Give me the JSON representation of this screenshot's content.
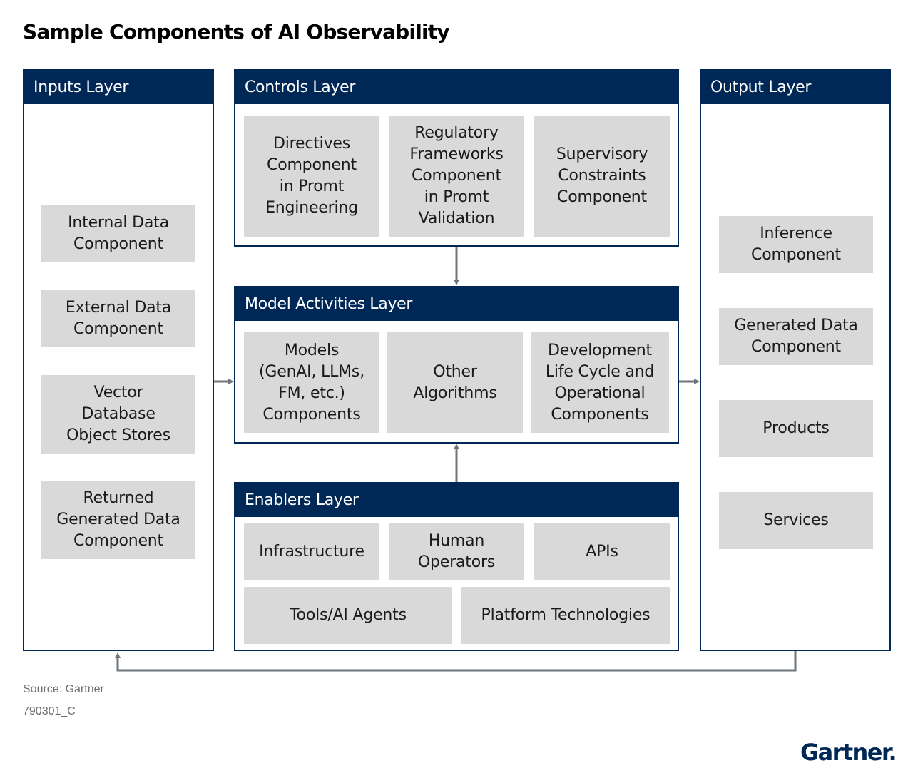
{
  "title": "Sample Components of AI Observability",
  "colors": {
    "header": "#002856",
    "box": "#d9d9d9",
    "connector": "#6f7679"
  },
  "layers": {
    "inputs": {
      "header": "Inputs Layer",
      "items": [
        "Internal Data\nComponent",
        "External Data\nComponent",
        "Vector\nDatabase\nObject Stores",
        "Returned\nGenerated Data\nComponent"
      ]
    },
    "controls": {
      "header": "Controls Layer",
      "items": [
        "Directives\nComponent\nin Promt\nEngineering",
        "Regulatory\nFrameworks\nComponent\nin Promt\nValidation",
        "Supervisory\nConstraints\nComponent"
      ]
    },
    "model": {
      "header": "Model Activities Layer",
      "items": [
        "Models\n(GenAI, LLMs,\nFM, etc.)\nComponents",
        "Other\nAlgorithms",
        "Development\nLife Cycle and\nOperational\nComponents"
      ]
    },
    "enablers": {
      "header": "Enablers Layer",
      "items": [
        "Infrastructure",
        "Human\nOperators",
        "APIs",
        "Tools/AI Agents",
        "Platform Technologies"
      ]
    },
    "output": {
      "header": "Output Layer",
      "items": [
        "Inference\nComponent",
        "Generated Data\nComponent",
        "Products",
        "Services"
      ]
    }
  },
  "footer": {
    "source": "Source: Gartner",
    "code": "790301_C",
    "logo": "Gartner."
  }
}
